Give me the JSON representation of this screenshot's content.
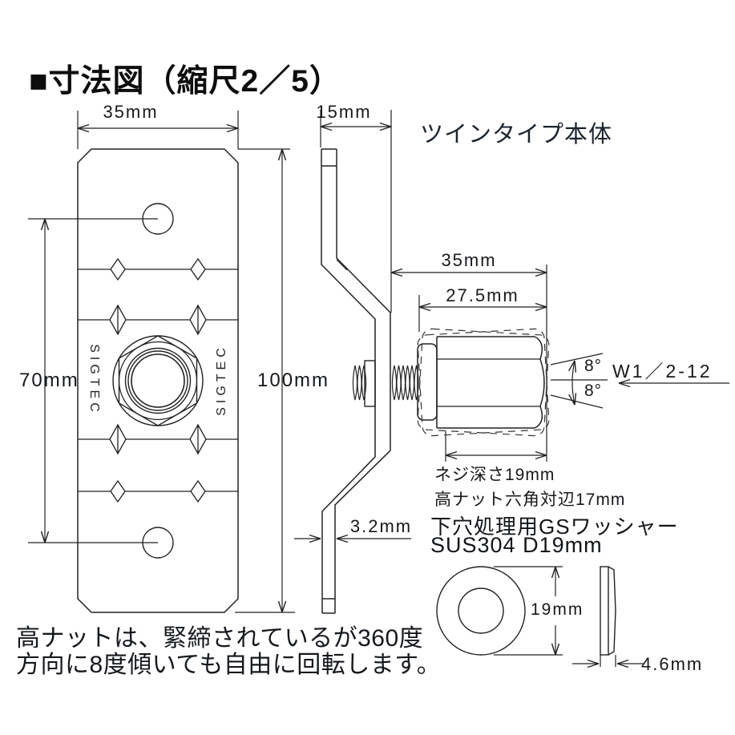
{
  "title": "■寸法図（縮尺2／5）",
  "subtitle": "ツインタイプ本体",
  "front_view": {
    "width_dim": "35mm",
    "hole_pitch_dim": "70mm",
    "height_dim": "100mm",
    "brand_left": "SIGTEC",
    "brand_right": "SIGTEC"
  },
  "side_view": {
    "flange_dim": "15mm",
    "thickness_dim": "3.2mm"
  },
  "nut": {
    "overall_dim": "35mm",
    "nut_length_dim": "27.5mm",
    "tilt_angle_upper": "8°",
    "tilt_angle_lower": "8°",
    "thread_spec": "W1／2-12",
    "thread_depth_label": "ネジ深さ19mm",
    "hex_width_label": "高ナット六角対辺17mm"
  },
  "washer": {
    "title_line1": "下穴処理用GSワッシャー",
    "title_line2": "SUS304 D19mm",
    "diameter_dim": "19mm",
    "thickness_dim": "4.6mm"
  },
  "note": {
    "line1": "高ナットは、緊締されているが360度",
    "line2": "方向に8度傾いても自由に回転します。"
  }
}
